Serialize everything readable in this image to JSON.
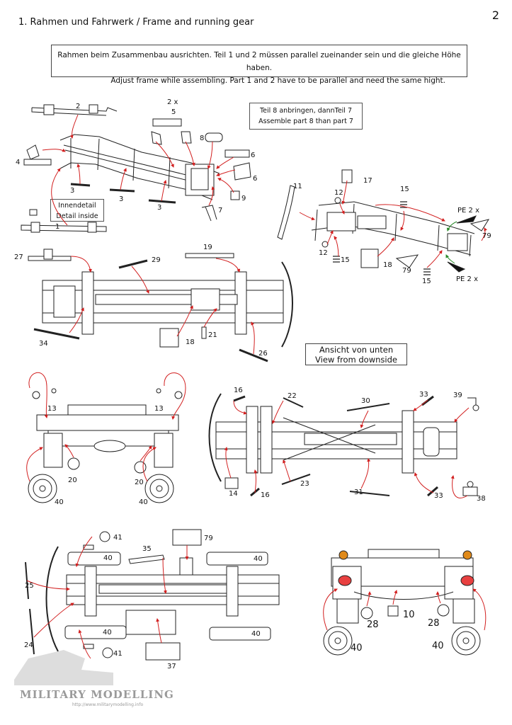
{
  "page": {
    "number": "2",
    "title": "1. Rahmen und Fahrwerk / Frame and running gear"
  },
  "notes": {
    "frame_align_de": "Rahmen beim Zusammenbau ausrichten. Teil 1 und 2 müssen parallel zueinander sein und die gleiche Höhe haben.",
    "frame_align_en": "Adjust frame while assembling. Part 1 and 2 have to be parallel and need the same hight.",
    "order_de": "Teil 8 anbringen, dannTeil 7",
    "order_en": "Assemble part 8 than part 7",
    "detail_de": "Innendetail",
    "detail_en": "Detail inside",
    "view_de": "Ansicht von unten",
    "view_en": "View from downside"
  },
  "callouts": {
    "p1": "1",
    "p2": "2",
    "p2x": "2 x",
    "p3": "3",
    "p4": "4",
    "p5": "5",
    "p6": "6",
    "p7": "7",
    "p8": "8",
    "p9": "9",
    "p10": "10",
    "p11": "11",
    "p12": "12",
    "p13": "13",
    "p14": "14",
    "p15": "15",
    "p16": "16",
    "p17": "17",
    "p18": "18",
    "p19": "19",
    "p20": "20",
    "p21": "21",
    "p22": "22",
    "p23": "23",
    "p24": "24",
    "p25": "25",
    "p26": "26",
    "p27": "27",
    "p28": "28",
    "p29": "29",
    "p30": "30",
    "p31": "31",
    "p33": "33",
    "p34": "34",
    "p35": "35",
    "p37": "37",
    "p38": "38",
    "p39": "39",
    "p40": "40",
    "p41": "41",
    "p79": "79",
    "pe2x": "PE 2 x"
  },
  "watermark": {
    "name": "MILITARY MODELLING",
    "url": "http://www.militarymodelling.info"
  },
  "colors": {
    "line": "#222222",
    "arrow": "#d21f1f",
    "arrow_alt": "#2a8a2a",
    "light_red": "#e84040",
    "amber": "#e08a1a"
  }
}
